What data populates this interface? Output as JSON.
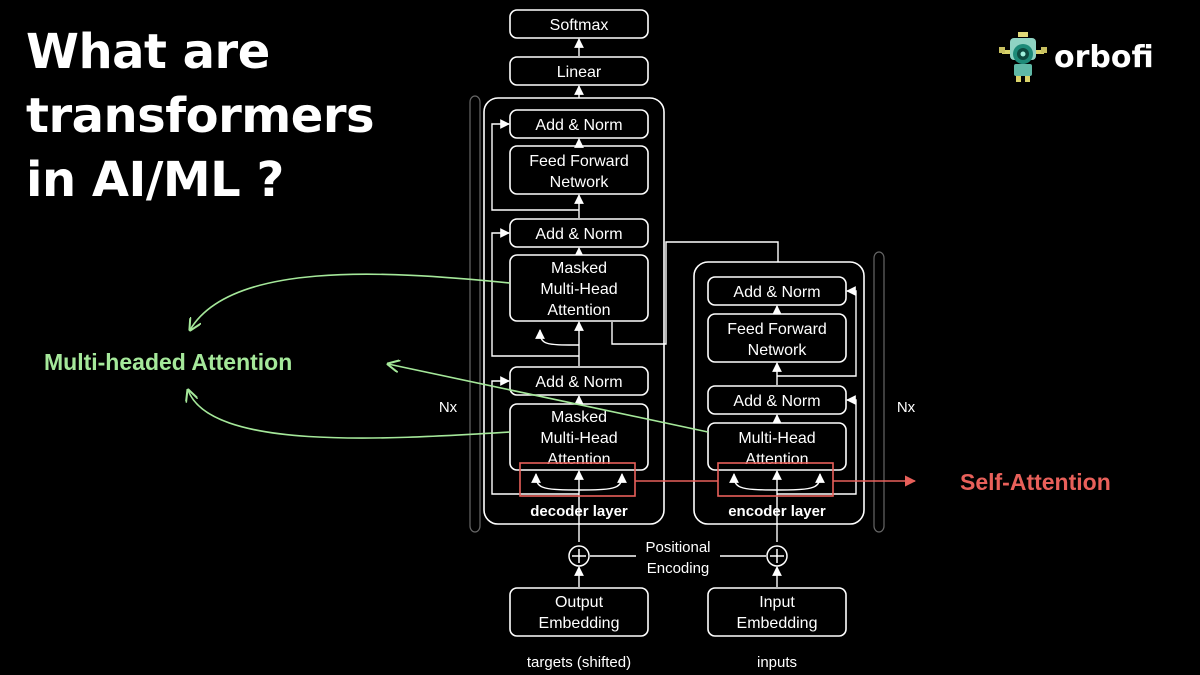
{
  "header": {
    "title_lines": [
      "What are",
      "transformers",
      "in AI/ML ?"
    ],
    "brand_name": "orbofi"
  },
  "diagram": {
    "softmax": "Softmax",
    "linear": "Linear",
    "decoder": {
      "add_norm_top": "Add & Norm",
      "ffn_line1": "Feed Forward",
      "ffn_line2": "Network",
      "add_norm_mid": "Add & Norm",
      "mmha1_line1": "Masked",
      "mmha1_line2": "Multi-Head",
      "mmha1_line3": "Attention",
      "add_norm_low": "Add & Norm",
      "mmha2_line1": "Masked",
      "mmha2_line2": "Multi-Head",
      "mmha2_line3": "Attention",
      "layer_label": "decoder layer",
      "repeat_label": "Nx"
    },
    "encoder": {
      "add_norm_top": "Add & Norm",
      "ffn_line1": "Feed Forward",
      "ffn_line2": "Network",
      "add_norm_low": "Add & Norm",
      "mha_line1": "Multi-Head",
      "mha_line2": "Attention",
      "layer_label": "encoder layer",
      "repeat_label": "Nx"
    },
    "positional_line1": "Positional",
    "positional_line2": "Encoding",
    "output_embedding_line1": "Output",
    "output_embedding_line2": "Embedding",
    "input_embedding_line1": "Input",
    "input_embedding_line2": "Embedding",
    "targets_label": "targets (shifted)",
    "inputs_label": "inputs"
  },
  "annotations": {
    "multi_headed": "Multi-headed Attention",
    "self_attention": "Self-Attention"
  },
  "colors": {
    "background": "#000000",
    "green": "#a5e89a",
    "red": "#e8605a",
    "white": "#ffffff"
  }
}
